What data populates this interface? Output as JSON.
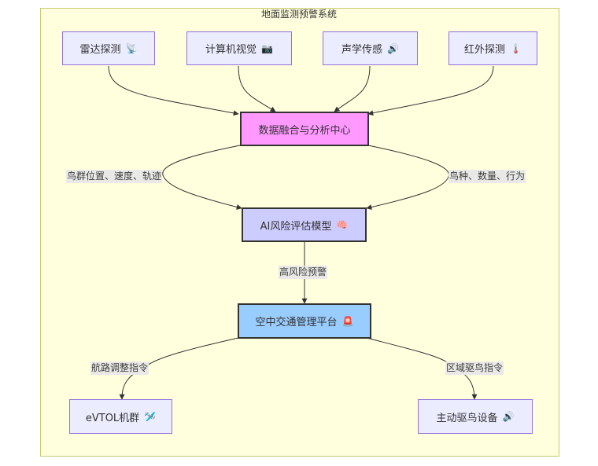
{
  "diagram": {
    "type": "flowchart",
    "cluster": {
      "title": "地面监测预警系统"
    },
    "nodes": {
      "radar": {
        "label": "雷达探测",
        "icon": "📡",
        "icon_name": "satellite-antenna"
      },
      "vision": {
        "label": "计算机视觉",
        "icon": "📷",
        "icon_name": "camera"
      },
      "acoustic": {
        "label": "声学传感",
        "icon": "🔊",
        "icon_name": "speaker"
      },
      "infrared": {
        "label": "红外探测",
        "icon": "🌡️",
        "icon_name": "thermometer"
      },
      "fusion": {
        "label": "数据融合与分析中心",
        "fill": "#ff99ff"
      },
      "ai": {
        "label": "AI风险评估模型",
        "icon": "🧠",
        "icon_name": "brain",
        "fill": "#ccccff"
      },
      "atm": {
        "label": "空中交通管理平台",
        "icon": "🚨",
        "icon_name": "siren",
        "fill": "#99ccff"
      },
      "evtol": {
        "label": "eVTOL机群",
        "icon": "🛩️",
        "icon_name": "airplane"
      },
      "repeller": {
        "label": "主动驱鸟设备",
        "icon": "🔊",
        "icon_name": "speaker"
      }
    },
    "edge_labels": {
      "fusion_ai_left": "鸟群位置、速度、轨迹",
      "fusion_ai_right": "鸟种、数量、行为",
      "ai_atm": "高风险预警",
      "atm_evtol": "航路调整指令",
      "atm_repeller": "区域驱鸟指令"
    },
    "edges": [
      {
        "from": "radar",
        "to": "fusion",
        "label": ""
      },
      {
        "from": "vision",
        "to": "fusion",
        "label": ""
      },
      {
        "from": "acoustic",
        "to": "fusion",
        "label": ""
      },
      {
        "from": "infrared",
        "to": "fusion",
        "label": ""
      },
      {
        "from": "fusion",
        "to": "ai",
        "label": "鸟群位置、速度、轨迹"
      },
      {
        "from": "fusion",
        "to": "ai",
        "label": "鸟种、数量、行为"
      },
      {
        "from": "ai",
        "to": "atm",
        "label": "高风险预警"
      },
      {
        "from": "atm",
        "to": "evtol",
        "label": "航路调整指令"
      },
      {
        "from": "atm",
        "to": "repeller",
        "label": "区域驱鸟指令"
      }
    ]
  }
}
